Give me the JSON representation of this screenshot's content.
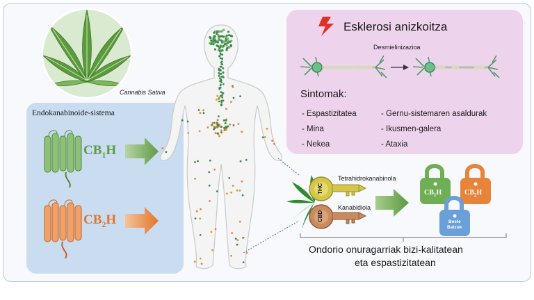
{
  "cannabis": {
    "caption": "Cannabis Sativa"
  },
  "endo": {
    "title": "Endokanabinoide-sistema",
    "receptor1": {
      "base": "CB",
      "sub": "1",
      "tail": "H"
    },
    "receptor2": {
      "base": "CB",
      "sub": "2",
      "tail": "H"
    }
  },
  "ms": {
    "title": "Esklerosi anizkoitza",
    "demyelination": "Desmielinizazioa",
    "symptoms_title": "Sintomak:",
    "symptoms_left": [
      "- Espastizitatea",
      "- Mina",
      "- Nekea"
    ],
    "symptoms_right": [
      "- Gernu-sistemaren asaldurak",
      "- Ikusmen-galera",
      "- Ataxia"
    ]
  },
  "keys": {
    "thc_label": "THC",
    "thc_name": "Tetrahidrokanabinola",
    "cbd_label": "CBD",
    "cbd_name": "Kanabidiola"
  },
  "locks": {
    "cb1": {
      "base": "CB",
      "sub": "1",
      "tail": "H"
    },
    "cb2": {
      "base": "CB",
      "sub": "2",
      "tail": "H"
    },
    "other_line1": "Beste",
    "other_line2": "Batzuk"
  },
  "outcome": {
    "line1": "Ondorio onuragarriak bizi-kalitatean",
    "line2": "eta espastizitatean"
  },
  "colors": {
    "endo_panel": "#c9dcf0",
    "ms_panel": "#eed3ec",
    "cb1_green": "#6fae55",
    "cb2_orange": "#e8833a",
    "thc_key": "#d4c64a",
    "cbd_key": "#c98a5e",
    "lock_blue": "#6a9fd8"
  }
}
